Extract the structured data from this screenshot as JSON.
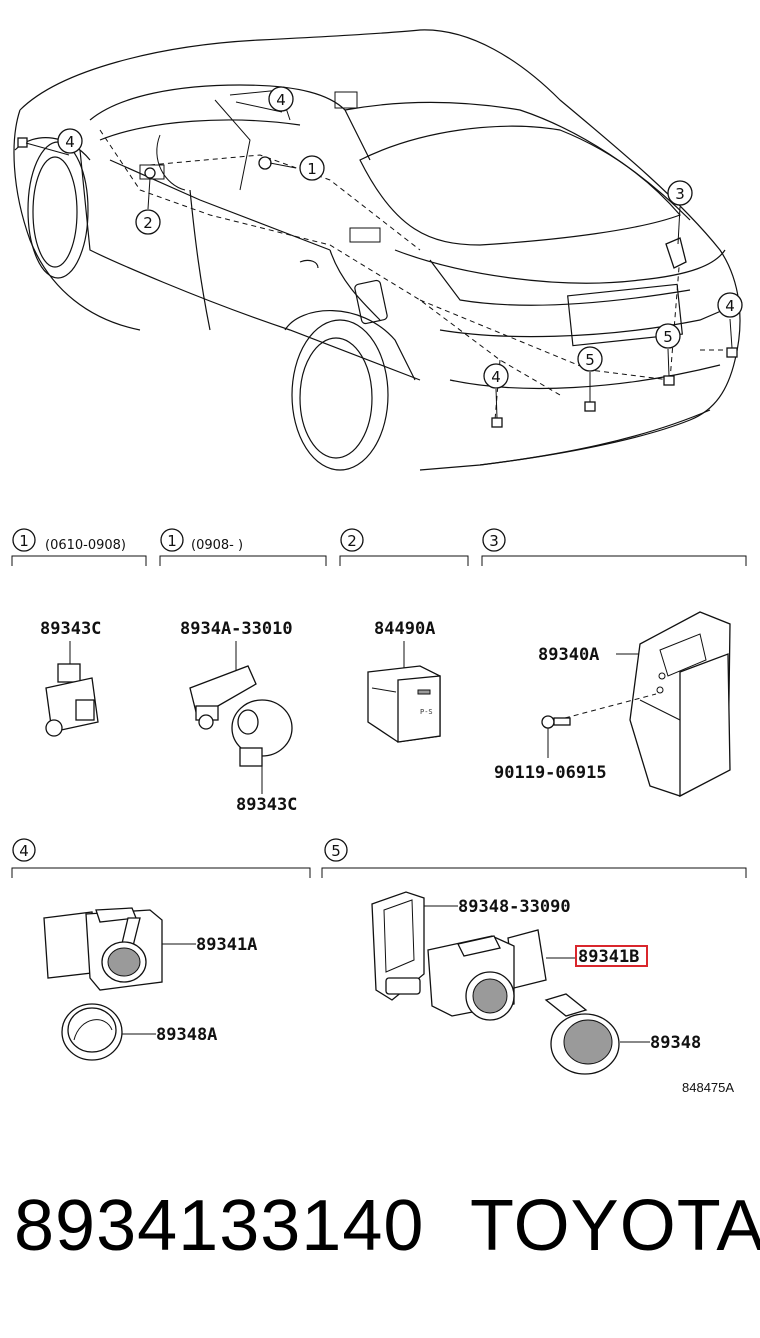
{
  "car_view": {
    "callouts": [
      "4",
      "4",
      "2",
      "1",
      "3",
      "4",
      "5",
      "5",
      "4"
    ]
  },
  "groups": [
    {
      "num": "1",
      "note": "(0610-0908)"
    },
    {
      "num": "1",
      "note": "(0908-        )"
    },
    {
      "num": "2",
      "note": ""
    },
    {
      "num": "3",
      "note": ""
    },
    {
      "num": "4",
      "note": ""
    },
    {
      "num": "5",
      "note": ""
    }
  ],
  "parts": {
    "g1a_main": "89343C",
    "g1b_bracket": "8934A-33010",
    "g1b_sensor": "89343C",
    "g2_switch": "84490A",
    "g3_ecu": "89340A",
    "g3_bolt": "90119-06915",
    "g4_sensor": "89341A",
    "g4_ring": "89348A",
    "g5_retainer": "89348-33090",
    "g5_sensor": "89341B",
    "g5_ring": "89348"
  },
  "diagram_ref": "848475A",
  "footer": {
    "part_number": "8934133140",
    "brand": "TOYOTA"
  },
  "colors": {
    "highlight": "#d9262c",
    "line": "#111111"
  }
}
